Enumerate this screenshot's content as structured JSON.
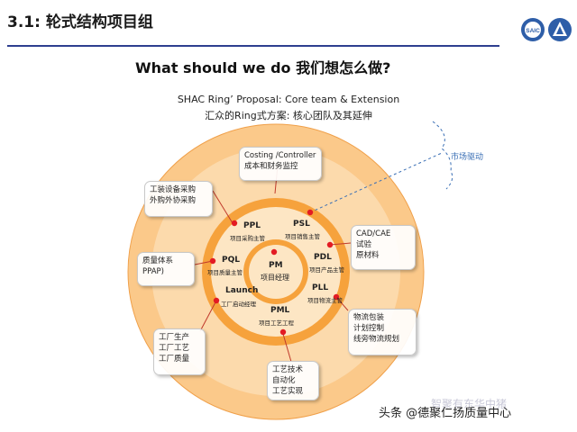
{
  "header": {
    "section_num": "3.1:",
    "title": "轮式结构项目组",
    "rule_color": "#2e3f8f"
  },
  "logo": {
    "text": "SAIC"
  },
  "question": "What should we do 我们想怎么做?",
  "proposal_en": "SHAC Ring’ Proposal:  Core team & Extension",
  "proposal_zh": "汇众的Ring式方案: 核心团队及其延伸",
  "center": {
    "role": "PM",
    "desc": "项目经理"
  },
  "roles": [
    {
      "role": "PPL",
      "desc": "项目采购主管"
    },
    {
      "role": "PSL",
      "desc": "项目销售主管"
    },
    {
      "role": "PQL",
      "desc": "项目质量主管"
    },
    {
      "role": "PDL",
      "desc": "项目产品主管"
    },
    {
      "role": "Launch",
      "desc": "工厂启动经理"
    },
    {
      "role": "PLL",
      "desc": "项目物流主管"
    },
    {
      "role": "PML",
      "desc": "项目工艺工程"
    }
  ],
  "boxes": {
    "costing": [
      "Costing /Controller",
      "成本和财务监控"
    ],
    "purchase": [
      "工装设备采购",
      "外购外协采购"
    ],
    "quality": [
      "质量体系",
      "PPAP)"
    ],
    "cad": [
      "CAD/CAE",
      "试验",
      "原材料"
    ],
    "logistics": [
      "物流包装",
      "计划控制",
      "线旁物流规划"
    ],
    "plant": [
      "工厂生产",
      "工厂工艺",
      "工厂质量"
    ],
    "tech": [
      "工艺技术",
      "自动化",
      "工艺实现"
    ]
  },
  "market": "市场驱动",
  "footer": "头条 @德聚仁扬质量中心",
  "watermark": "智聚有东华中猪",
  "colors": {
    "outer_ring": "#fbc98a",
    "middle_ring": "#f6a23c",
    "inner": "#fde6c4",
    "dot": "#e31b23",
    "connector": "#c0392b",
    "dashed": "#3a6fb5"
  }
}
